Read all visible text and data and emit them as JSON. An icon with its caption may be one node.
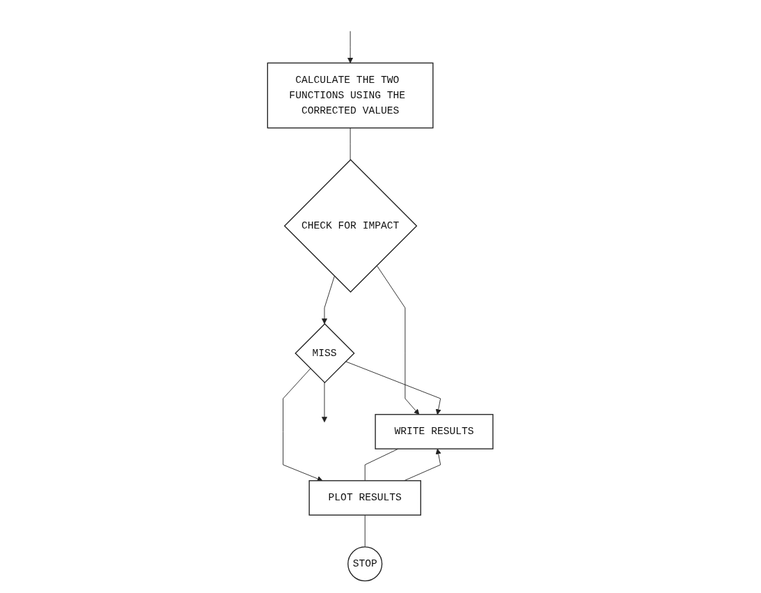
{
  "diagram": {
    "nodes": [
      {
        "text": [
          "CALCULATE THE TWO FUNCTIONS USING THE CORRECTED VALUES"
        ]
      },
      {
        "text": [
          "CHECK FOR IMPACT"
        ]
      },
      {
        "text": [
          "MISS"
        ]
      },
      {
        "text": [
          "WRITE RESULTS"
        ]
      },
      {
        "text": [
          "PLOT RESULTS"
        ]
      },
      {
        "text": [
          "STOP"
        ]
      }
    ],
    "edges": [
      {
        "from": null,
        "to": 0,
        "arrow": "to"
      },
      {
        "from": 0,
        "to": 1,
        "arrow": "none"
      },
      {
        "from": 1,
        "to": 2,
        "arrow": "to"
      },
      {
        "from": 1,
        "to": 3,
        "arrow": "to"
      },
      {
        "from": 2,
        "to": 3,
        "arrow": "to"
      },
      {
        "from": 2,
        "to": null,
        "arrow": "to"
      },
      {
        "from": 2,
        "to": 4,
        "arrow": "to"
      },
      {
        "from": 3,
        "to": 4,
        "arrow": "none"
      },
      {
        "from": 4,
        "to": 3,
        "arrow": "to"
      },
      {
        "from": 4,
        "to": 5,
        "arrow": "none"
      }
    ]
  }
}
